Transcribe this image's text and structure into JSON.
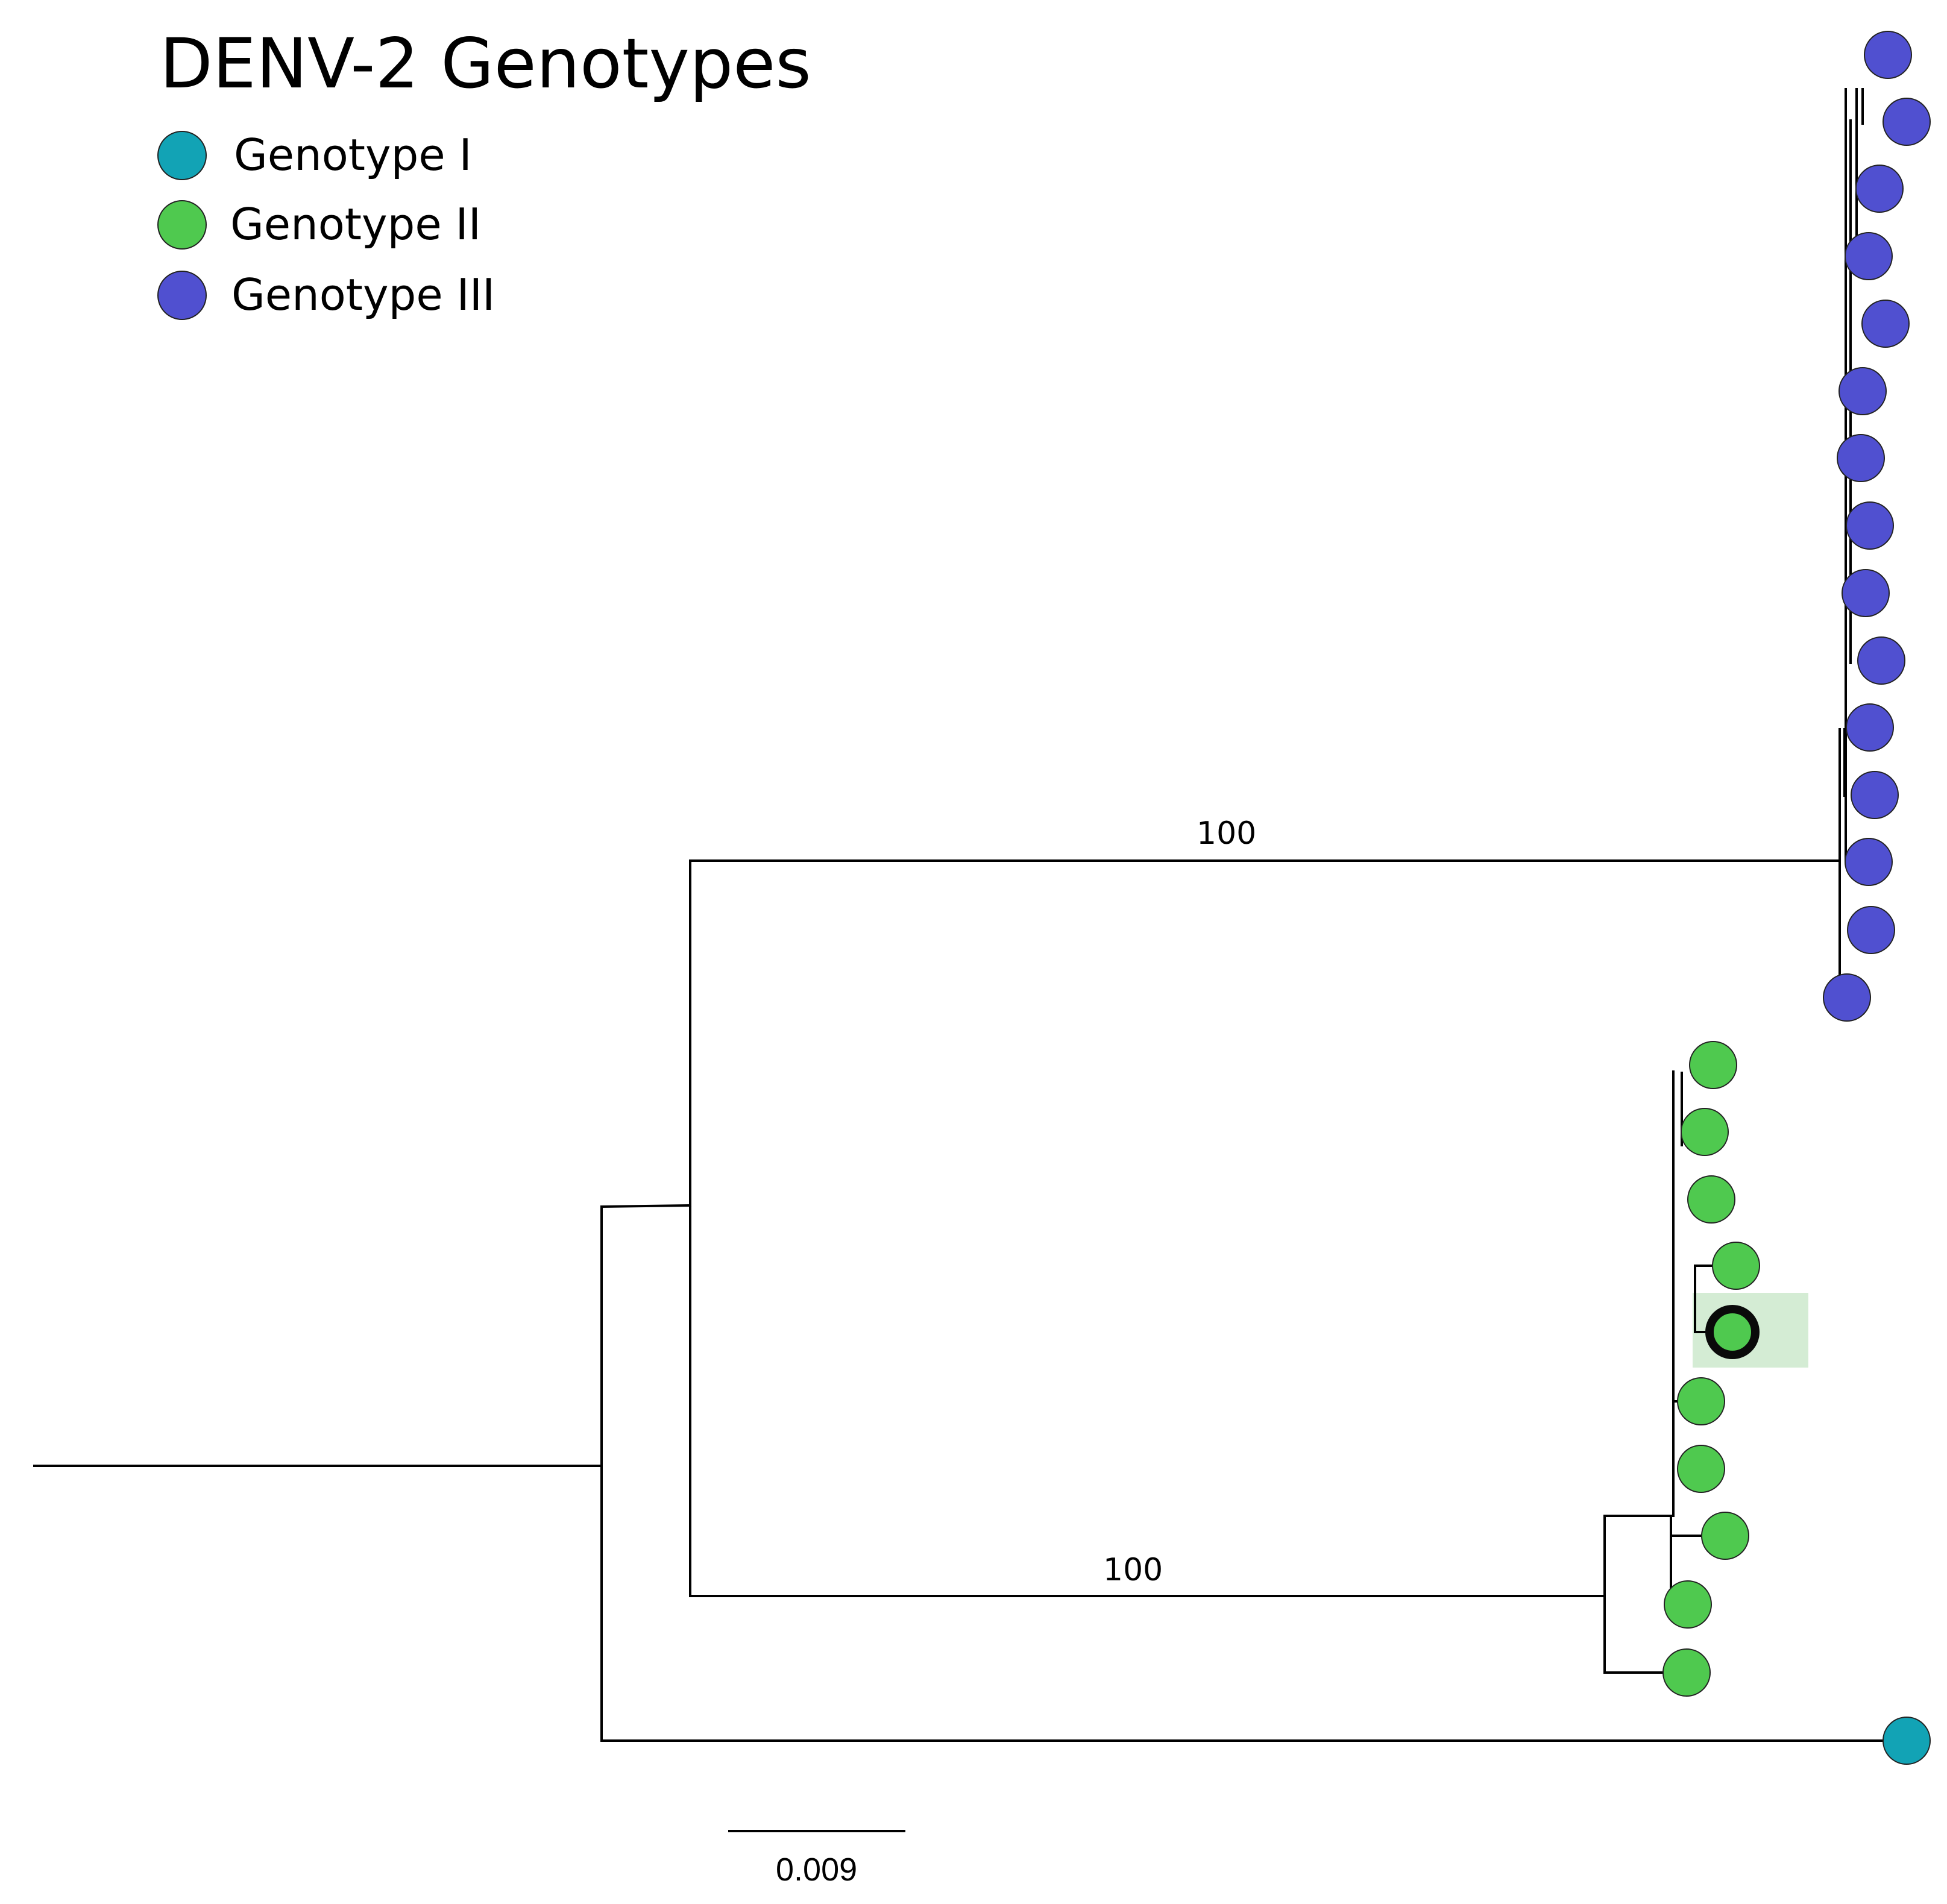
{
  "title": "DENV-2 Genotypes",
  "legend": [
    {
      "label": "Genotype I",
      "color": "#12a3b5"
    },
    {
      "label": "Genotype II",
      "color": "#4fc94f"
    },
    {
      "label": "Genotype III",
      "color": "#5050d0"
    }
  ],
  "support_values": [
    "100",
    "100"
  ],
  "scale_bar": {
    "label": "0.009"
  },
  "highlight": {
    "color": "#d4ecd4",
    "genotype": "Genotype II"
  }
}
